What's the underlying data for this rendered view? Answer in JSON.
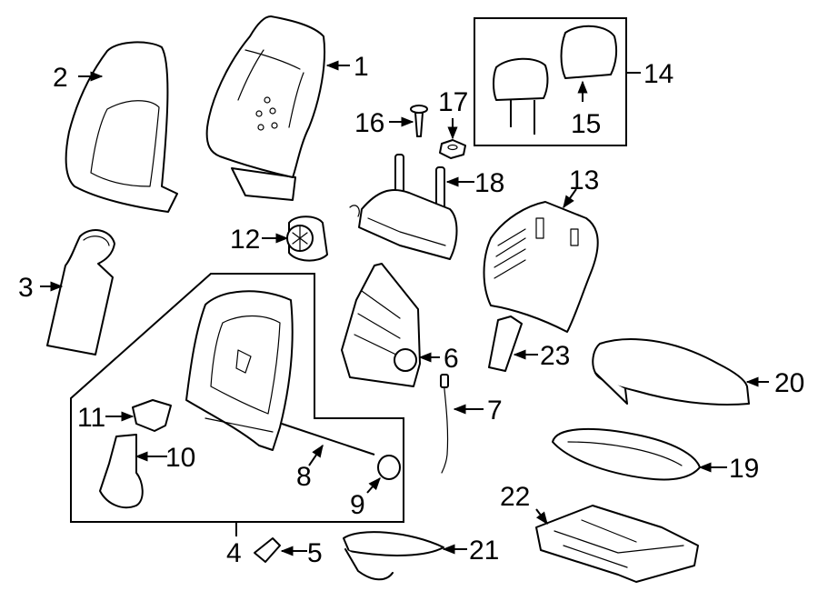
{
  "callouts": [
    "1",
    "2",
    "3",
    "4",
    "5",
    "6",
    "7",
    "8",
    "9",
    "10",
    "11",
    "12",
    "13",
    "14",
    "15",
    "16",
    "17",
    "18",
    "19",
    "20",
    "21",
    "22",
    "23"
  ],
  "colors": {
    "line": "#000000",
    "background": "#ffffff"
  }
}
